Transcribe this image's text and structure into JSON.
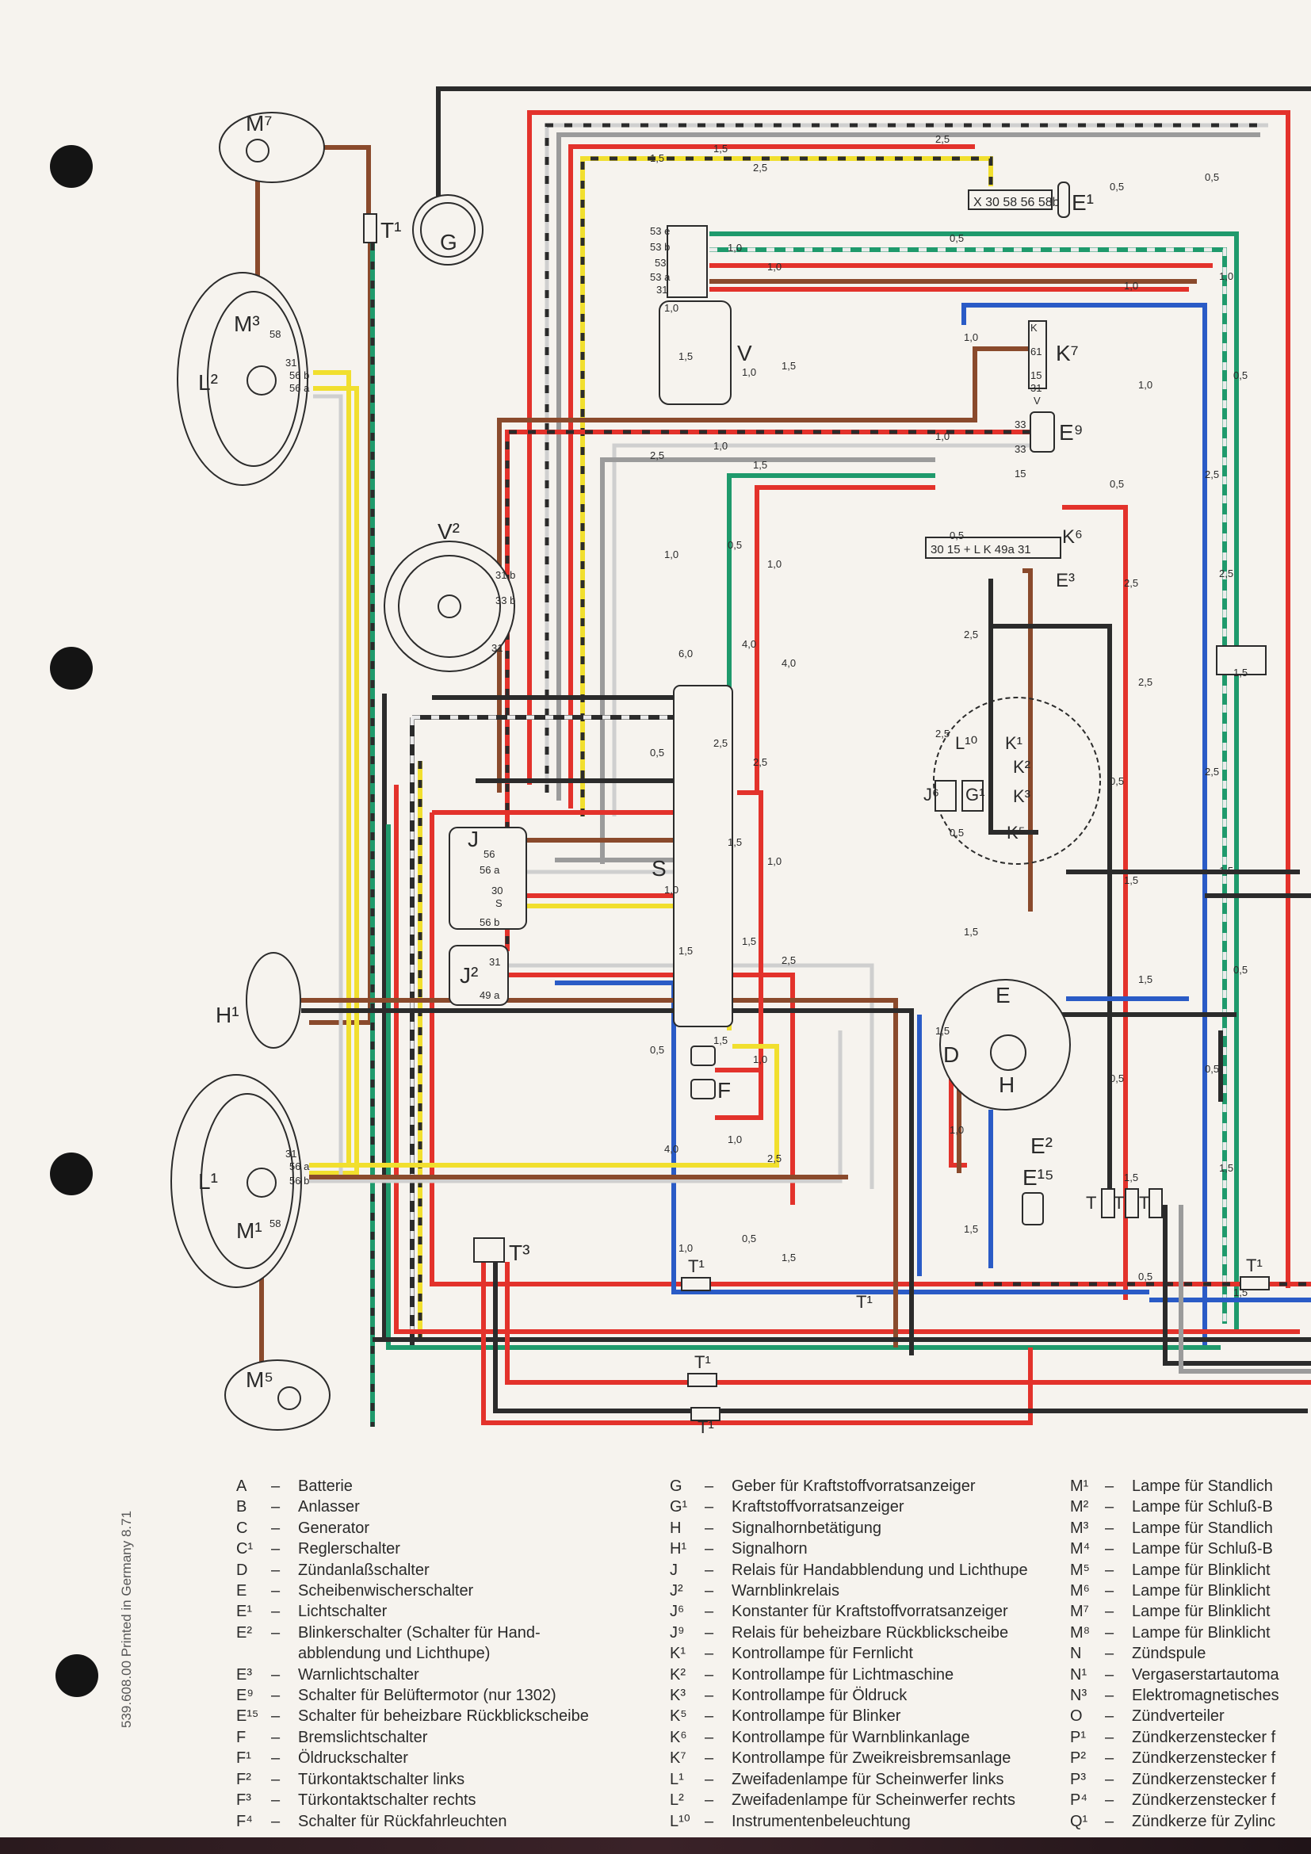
{
  "components": {
    "M7": "M⁷",
    "T1_top": "T¹",
    "G": "G",
    "L2": "L²",
    "M3": "M³",
    "E1_switch_pins": "X  30  58  56  58b",
    "E1": "E¹",
    "V": "V",
    "K7": "K⁷",
    "E9": "E⁹",
    "terminal_strip": "30   15   +   L   K  49a  31",
    "K6": "K⁶",
    "E3": "E³",
    "V2": "V²",
    "S": "S",
    "J": "J",
    "J2": "J²",
    "H1": "H¹",
    "L1": "L¹",
    "M1": "M¹",
    "T3": "T³",
    "M5": "M⁵",
    "L10": "L¹⁰",
    "J6": "J⁶",
    "G1": "G¹",
    "K1": "K¹",
    "K2": "K²",
    "K3": "K³",
    "K5": "K⁵",
    "E": "E",
    "H": "H",
    "E2": "E²",
    "D": "D",
    "F": "F",
    "E15": "E¹⁵",
    "T1_a": "T¹",
    "T1_b": "T¹",
    "T1_c": "T¹",
    "T1_d": "T¹",
    "T_a": "T",
    "T_b": "T",
    "T_c": "T",
    "T1_e": "T¹"
  },
  "pin_labels": [
    "58",
    "56 b",
    "56 a",
    "31",
    "53 e",
    "53 b",
    "53",
    "53 a",
    "31",
    "56",
    "56 a",
    "30",
    "S",
    "56 b",
    "31",
    "49 a",
    "33",
    "33",
    "15",
    "K",
    "61",
    "15",
    "31",
    "V",
    "31 b",
    "33 b",
    "31",
    "56 a",
    "56 b",
    "31",
    "58"
  ],
  "wire_gauges": [
    "2,5",
    "1,5",
    "1,5",
    "2,5",
    "0,5",
    "0,5",
    "0,5",
    "1,0",
    "1,0",
    "1,0",
    "1,0",
    "1,0",
    "1,0",
    "1,0",
    "1,5",
    "1,5",
    "0,5",
    "1,0",
    "1,0",
    "1,0",
    "2,5",
    "1,5",
    "2,5",
    "0,5",
    "0,5",
    "0,5",
    "1,0",
    "1,0",
    "2,5",
    "2,5",
    "2,5",
    "4,0",
    "6,0",
    "4,0",
    "1,5",
    "2,5",
    "2,5",
    "2,5",
    "0,5",
    "2,5",
    "2,5",
    "0,5",
    "0,5",
    "1,5",
    "1,0",
    "1,0",
    "1,5",
    "1,5",
    "1,5",
    "1,5",
    "1,5",
    "2,5",
    "0,5",
    "1,5",
    "1,5",
    "1,5",
    "0,5",
    "1,0",
    "0,5",
    "0,5",
    "1,0",
    "1,0",
    "4,0",
    "2,5",
    "1,5",
    "1,5",
    "1,5",
    "0,5",
    "1,0",
    "1,5",
    "1,5",
    "0,5"
  ],
  "legend": {
    "col1": [
      {
        "code": "A",
        "text": "Batterie"
      },
      {
        "code": "B",
        "text": "Anlasser"
      },
      {
        "code": "C",
        "text": "Generator"
      },
      {
        "code": "C¹",
        "text": "Reglerschalter"
      },
      {
        "code": "D",
        "text": "Zündanlaßschalter"
      },
      {
        "code": "E",
        "text": "Scheibenwischerschalter"
      },
      {
        "code": "E¹",
        "text": "Lichtschalter"
      },
      {
        "code": "E²",
        "text": "Blinkerschalter (Schalter für Hand-",
        "cont": "abblendung und Lichthupe)"
      },
      {
        "code": "E³",
        "text": "Warnlichtschalter"
      },
      {
        "code": "E⁹",
        "text": "Schalter für Belüftermotor (nur 1302)"
      },
      {
        "code": "E¹⁵",
        "text": "Schalter für beheizbare Rückblickscheibe"
      },
      {
        "code": "F",
        "text": "Bremslichtschalter"
      },
      {
        "code": "F¹",
        "text": "Öldruckschalter"
      },
      {
        "code": "F²",
        "text": "Türkontaktschalter links"
      },
      {
        "code": "F³",
        "text": "Türkontaktschalter rechts"
      },
      {
        "code": "F⁴",
        "text": "Schalter für Rückfahrleuchten"
      }
    ],
    "col2": [
      {
        "code": "G",
        "text": "Geber für Kraftstoffvorratsanzeiger"
      },
      {
        "code": "G¹",
        "text": "Kraftstoffvorratsanzeiger"
      },
      {
        "code": "H",
        "text": "Signalhornbetätigung"
      },
      {
        "code": "H¹",
        "text": "Signalhorn"
      },
      {
        "code": "J",
        "text": "Relais für Handabblendung und Lichthupe"
      },
      {
        "code": "J²",
        "text": "Warnblinkrelais"
      },
      {
        "code": "J⁶",
        "text": "Konstanter für Kraftstoffvorratsanzeiger"
      },
      {
        "code": "J⁹",
        "text": "Relais für beheizbare Rückblickscheibe"
      },
      {
        "code": "K¹",
        "text": "Kontrollampe für Fernlicht"
      },
      {
        "code": "K²",
        "text": "Kontrollampe für Lichtmaschine"
      },
      {
        "code": "K³",
        "text": "Kontrollampe für Öldruck"
      },
      {
        "code": "K⁵",
        "text": "Kontrollampe für Blinker"
      },
      {
        "code": "K⁶",
        "text": "Kontrollampe für Warnblinkanlage"
      },
      {
        "code": "K⁷",
        "text": "Kontrollampe für Zweikreisbremsanlage"
      },
      {
        "code": "L¹",
        "text": "Zweifadenlampe für Scheinwerfer links"
      },
      {
        "code": "L²",
        "text": "Zweifadenlampe für Scheinwerfer rechts"
      },
      {
        "code": "L¹⁰",
        "text": "Instrumentenbeleuchtung"
      }
    ],
    "col3": [
      {
        "code": "M¹",
        "text": "Lampe für Standlich"
      },
      {
        "code": "M²",
        "text": "Lampe für Schluß-B"
      },
      {
        "code": "M³",
        "text": "Lampe für Standlich"
      },
      {
        "code": "M⁴",
        "text": "Lampe für Schluß-B"
      },
      {
        "code": "M⁵",
        "text": "Lampe für Blinklicht"
      },
      {
        "code": "M⁶",
        "text": "Lampe für Blinklicht"
      },
      {
        "code": "M⁷",
        "text": "Lampe für Blinklicht"
      },
      {
        "code": "M⁸",
        "text": "Lampe für Blinklicht"
      },
      {
        "code": "N",
        "text": "Zündspule"
      },
      {
        "code": "N¹",
        "text": "Vergaserstartautoma"
      },
      {
        "code": "N³",
        "text": "Elektromagnetisches"
      },
      {
        "code": "O",
        "text": "Zündverteiler"
      },
      {
        "code": "P¹",
        "text": "Zündkerzenstecker f"
      },
      {
        "code": "P²",
        "text": "Zündkerzenstecker f"
      },
      {
        "code": "P³",
        "text": "Zündkerzenstecker f"
      },
      {
        "code": "P⁴",
        "text": "Zündkerzenstecker f"
      },
      {
        "code": "Q¹",
        "text": "Zündkerze für Zylinc"
      }
    ]
  },
  "print_note": "539.608.00 Printed in Germany 8.71",
  "colors": {
    "red": "#e3322b",
    "black": "#2b2b2b",
    "brown": "#8a4a2c",
    "green": "#1f9a6c",
    "blue": "#2a5bc6",
    "yellow": "#f1df2e",
    "gray": "#9b9b9b",
    "white": "#ececec",
    "paper": "#f6f3ee"
  }
}
